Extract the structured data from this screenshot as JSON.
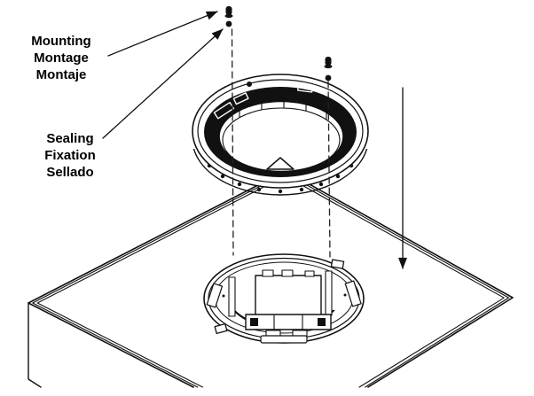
{
  "diagram": {
    "mounting_label": [
      "Mounting",
      "Montage",
      "Montaje"
    ],
    "sealing_label": [
      "Sealing",
      "Fixation",
      "Sellado"
    ]
  },
  "colors": {
    "line": "#111111",
    "text": "#000000",
    "background": "#ffffff"
  }
}
